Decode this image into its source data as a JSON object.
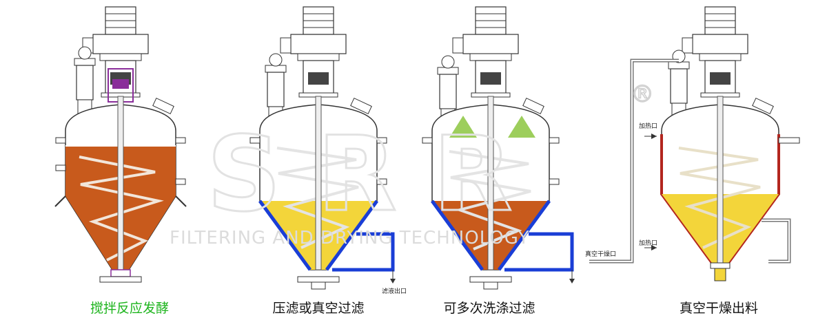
{
  "captions": [
    "搅拌反应发酵",
    "压滤或真空过滤",
    "可多次洗涤过滤",
    "真空干燥出料"
  ],
  "labels": {
    "filtrate_outlet": "滤液出口",
    "heat_in_top": "加热口",
    "heat_in_bottom": "加热口",
    "vacuum_drying_port": "真空干燥口"
  },
  "watermark": {
    "brand": "S R R",
    "tagline": "FILTERING AND DRYING TECHNOLOGY",
    "registered": "®"
  },
  "colors": {
    "liquid_orange": "#c85a1c",
    "liquid_yellow": "#f3d53a",
    "filter_blue": "#1a3ed6",
    "wash_green": "#8cc63f",
    "jacket_red": "#b3261e",
    "caption_active": "#1fb51f"
  }
}
